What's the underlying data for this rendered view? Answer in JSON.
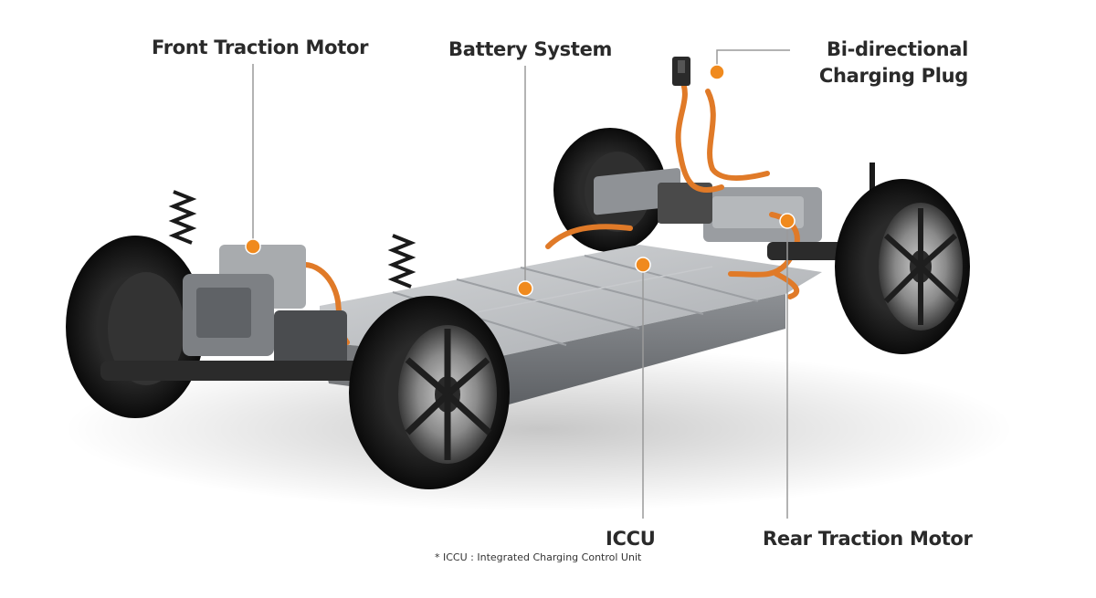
{
  "labels": {
    "front_motor": "Front Traction Motor",
    "battery": "Battery System",
    "plug_line1": "Bi-directional",
    "plug_line2": "Charging Plug",
    "iccu": "ICCU",
    "rear_motor": "Rear Traction Motor"
  },
  "footnote": "* ICCU : Integrated Charging Control Unit",
  "colors": {
    "marker": "#F08A1E",
    "leader": "#9a9a9a",
    "text": "#2a2a2a",
    "battery_metal": "#b8bbbe",
    "cable": "#e07a28"
  }
}
